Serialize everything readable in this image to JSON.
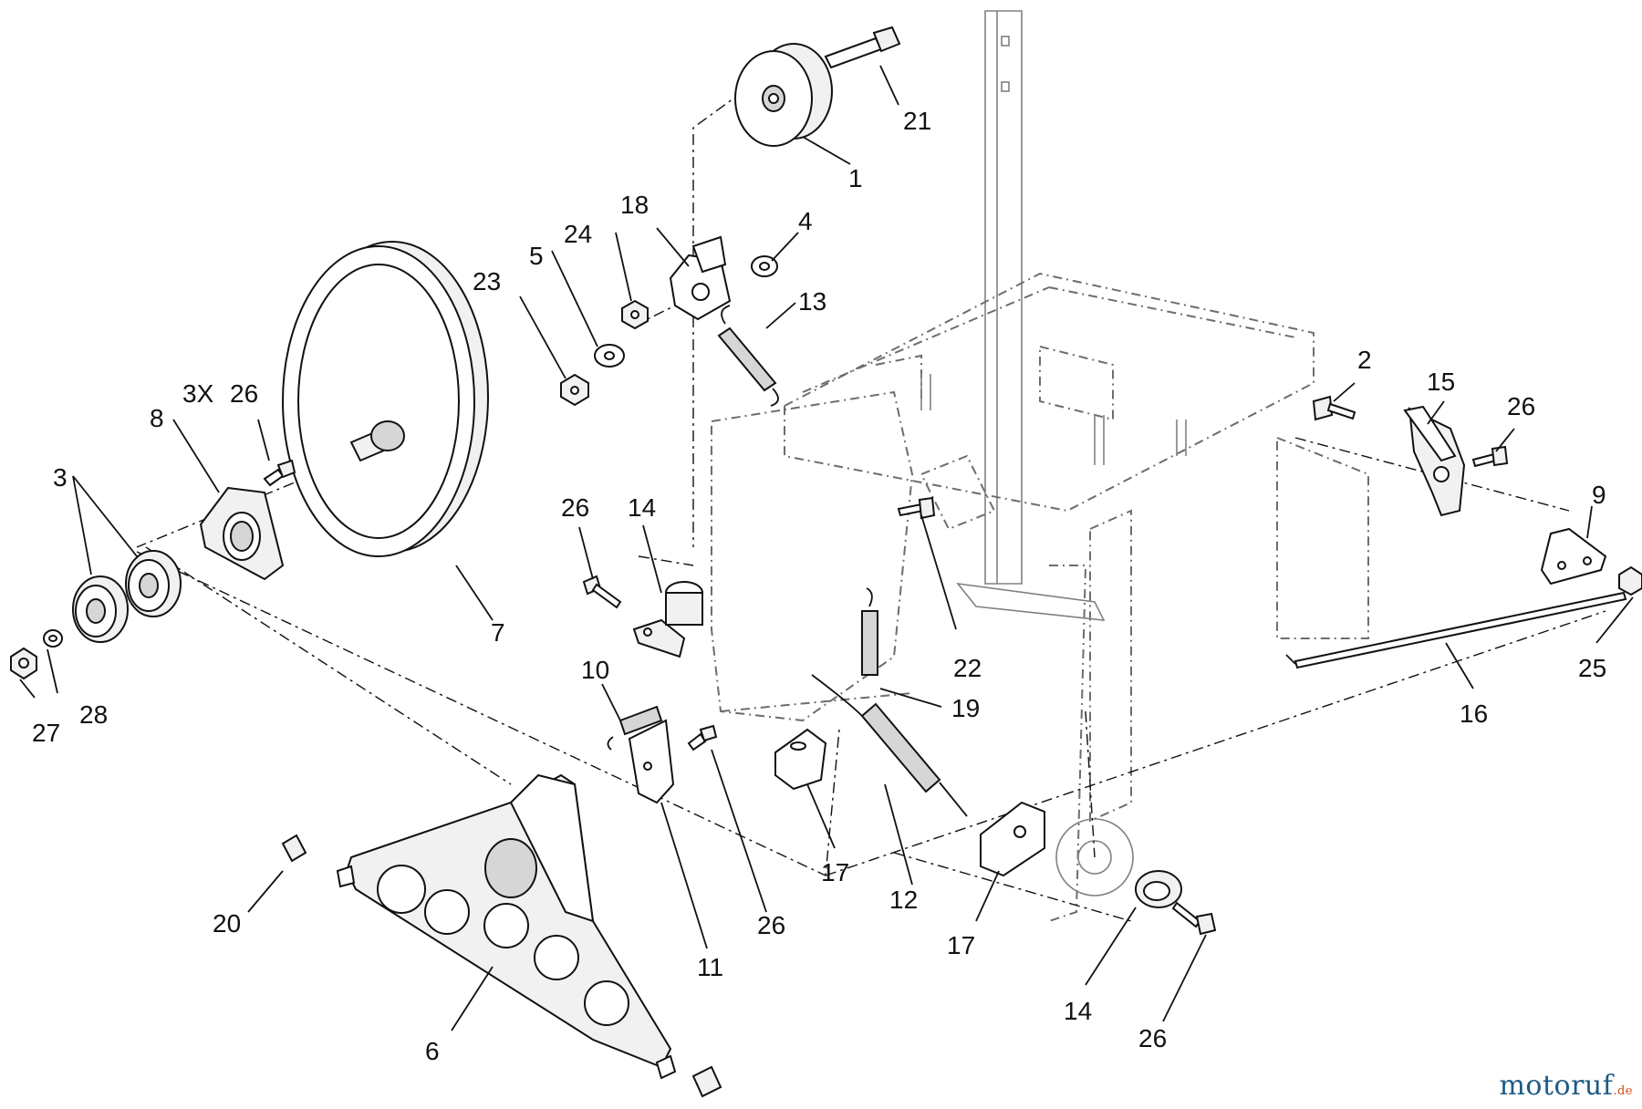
{
  "callouts": {
    "c1": "1",
    "c2": "2",
    "c3": "3",
    "c3x": "3X",
    "c4": "4",
    "c5": "5",
    "c6": "6",
    "c7": "7",
    "c8": "8",
    "c9": "9",
    "c10": "10",
    "c11": "11",
    "c12": "12",
    "c13": "13",
    "c14a": "14",
    "c14b": "14",
    "c15": "15",
    "c16": "16",
    "c17a": "17",
    "c17b": "17",
    "c18": "18",
    "c19": "19",
    "c20": "20",
    "c21": "21",
    "c22": "22",
    "c23": "23",
    "c24": "24",
    "c25": "25",
    "c26a": "26",
    "c26b": "26",
    "c26c": "26",
    "c26d": "26",
    "c26e": "26",
    "c27": "27",
    "c28": "28"
  },
  "watermark": {
    "brand": "motoruf",
    "tld": ".de",
    "brand_color": "#1d5a85",
    "tld_color": "#d04a1c"
  }
}
